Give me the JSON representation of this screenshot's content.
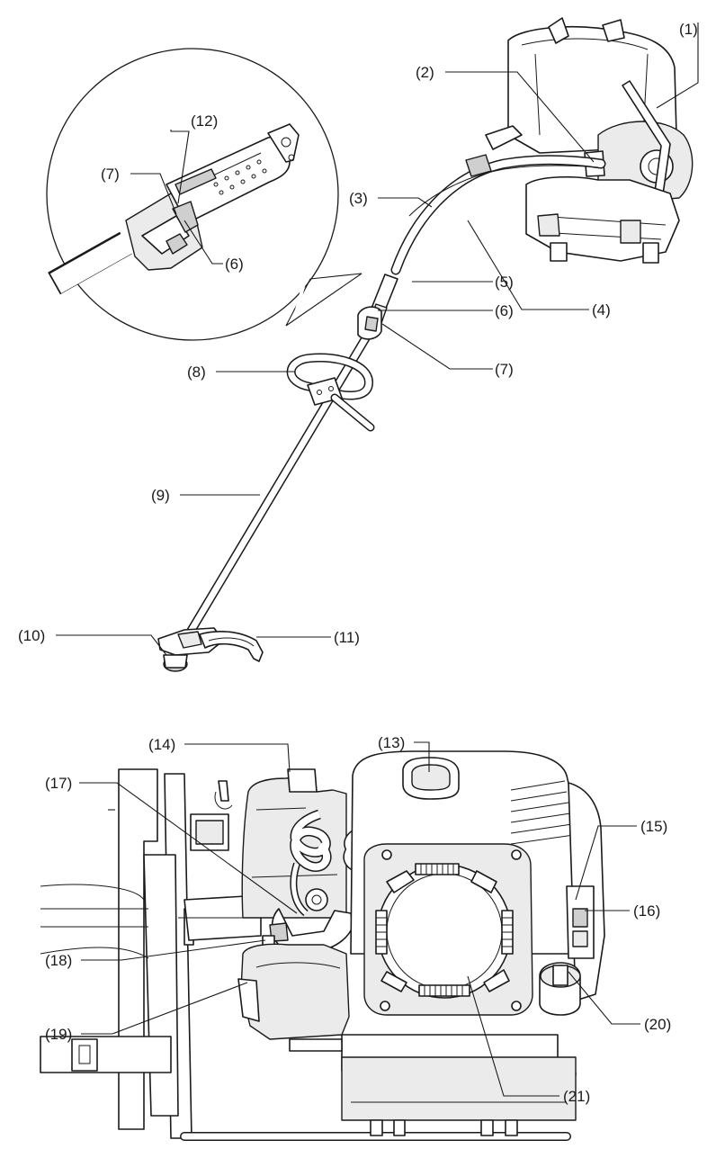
{
  "callouts": {
    "c1": "(1)",
    "c2": "(2)",
    "c3": "(3)",
    "c4": "(4)",
    "c5": "(5)",
    "c6": "(6)",
    "c7": "(7)",
    "c8": "(8)",
    "c9": "(9)",
    "c10": "(10)",
    "c11": "(11)",
    "c12": "(12)",
    "c13": "(13)",
    "c14": "(14)",
    "c15": "(15)",
    "c16": "(16)",
    "c17": "(17)",
    "c18": "(18)",
    "c19": "(19)",
    "c20": "(20)",
    "c21": "(21)",
    "c6_inset": "(6)",
    "c7_inset": "(7)"
  }
}
